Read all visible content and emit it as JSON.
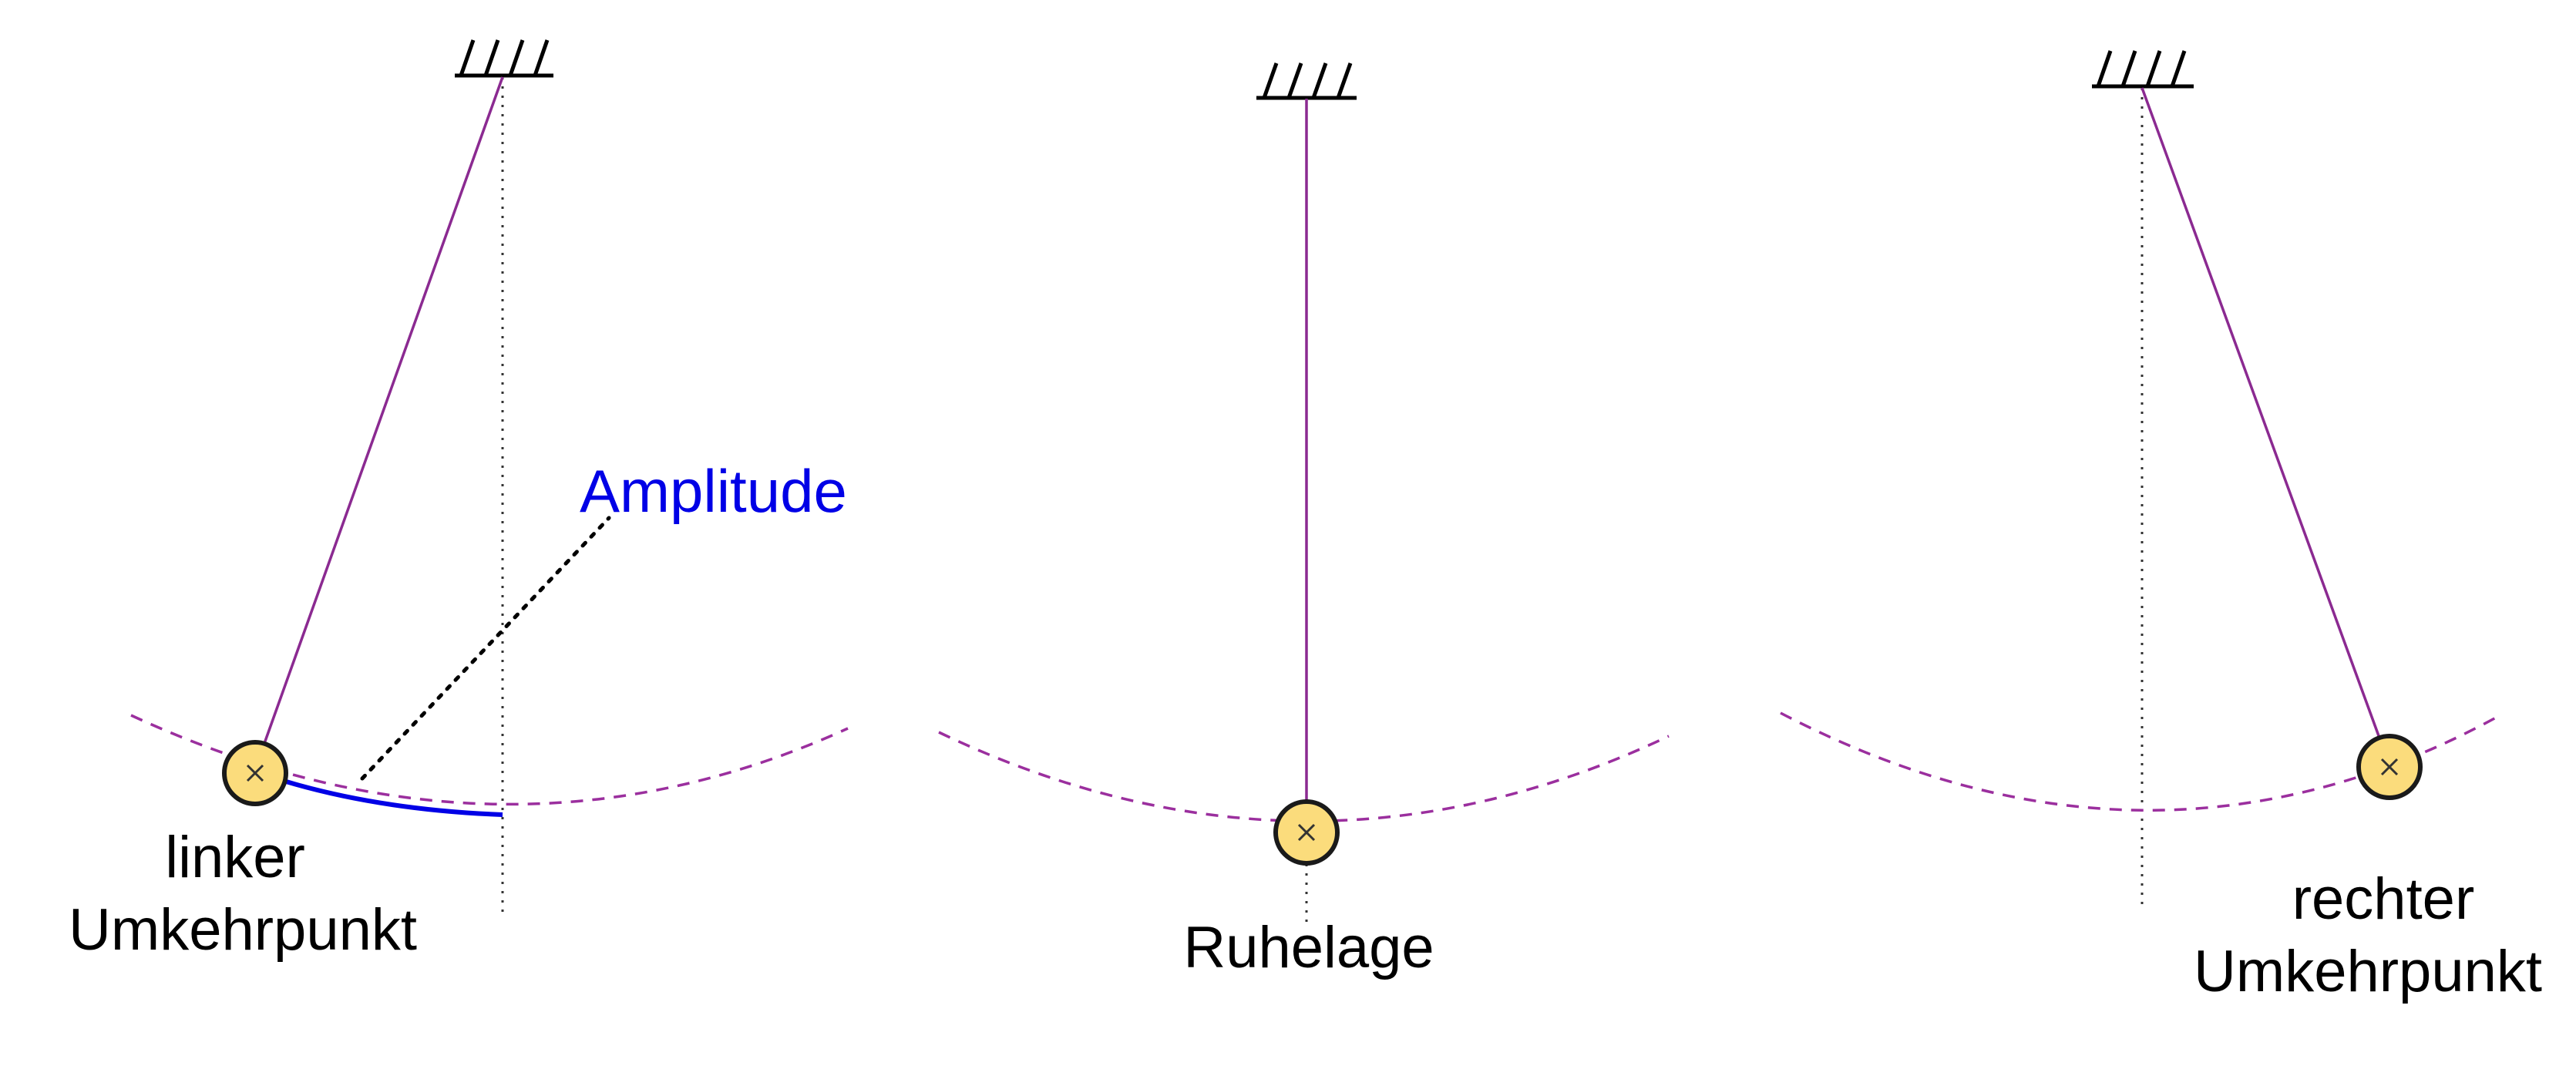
{
  "labels": {
    "amplitude": "Amplitude",
    "left_turning_line1": "linker",
    "left_turning_line2": "Umkehrpunkt",
    "rest_position": "Ruhelage",
    "right_turning_line1": "rechter",
    "right_turning_line2": "Umkehrpunkt"
  },
  "colors": {
    "string": "#8b2a91",
    "arc": "#9b2f9e",
    "amplitude": "#0000e6",
    "bob_fill": "#fbdc7c",
    "bob_stroke": "#1a1a1a",
    "reference": "#333333"
  }
}
